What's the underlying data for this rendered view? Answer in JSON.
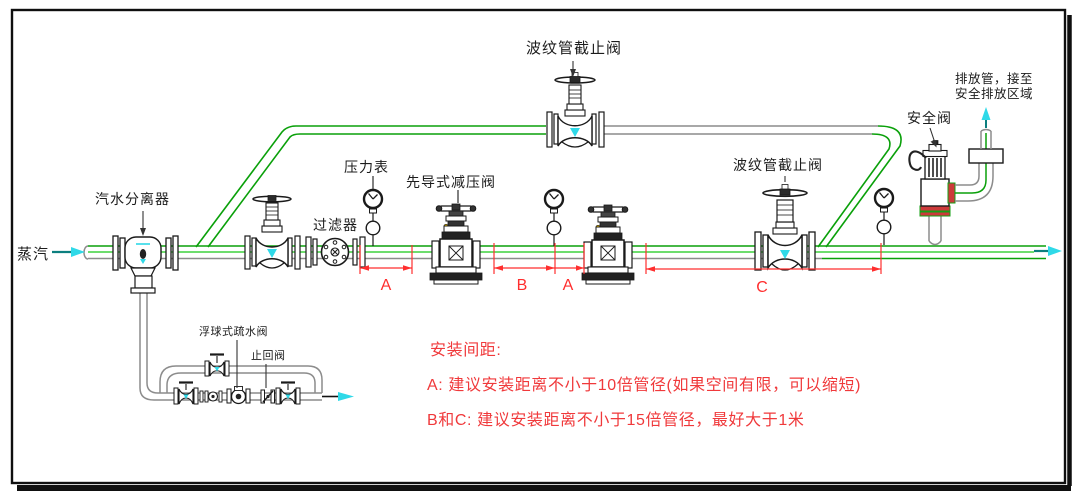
{
  "diagram": {
    "flow_labels": {
      "steam_inlet": "蒸汽"
    },
    "equipment_labels": {
      "separator": "汽水分离器",
      "bellows_valve_top": "波纹管截止阀",
      "strainer": "过滤器",
      "pressure_gauge": "压力表",
      "pilot_prv": "先导式减压阀",
      "bellows_valve_mid": "波纹管截止阀",
      "safety_valve": "安全阀",
      "discharge_line1": "排放管，接至",
      "discharge_line2": "安全排放区域",
      "float_trap": "浮球式疏水阀",
      "check_valve": "止回阀"
    },
    "dimension_labels": {
      "a1": "A",
      "b": "B",
      "a2": "A",
      "c": "C"
    },
    "notes": {
      "title": "安装间距:",
      "rule_a": "A: 建议安装距离不小于10倍管径(如果空间有限，可以缩短)",
      "rule_bc": "B和C: 建议安装距离不小于15倍管径，最好大于1米"
    },
    "colors": {
      "pipe_green": "#0aa00a",
      "flow_green": "#3fd23f",
      "pipe_gray": "#8c8c8c",
      "dimension_red": "#ff2e2e",
      "note_red": "#f0393b",
      "flow_cyan": "#2fd9e8",
      "arrow_teal": "#0c7f7f",
      "line_black": "#111111",
      "hatch_red": "#cc3a3a",
      "hatch_green": "#15a015",
      "tag_yellow": "#ffcc00"
    }
  }
}
